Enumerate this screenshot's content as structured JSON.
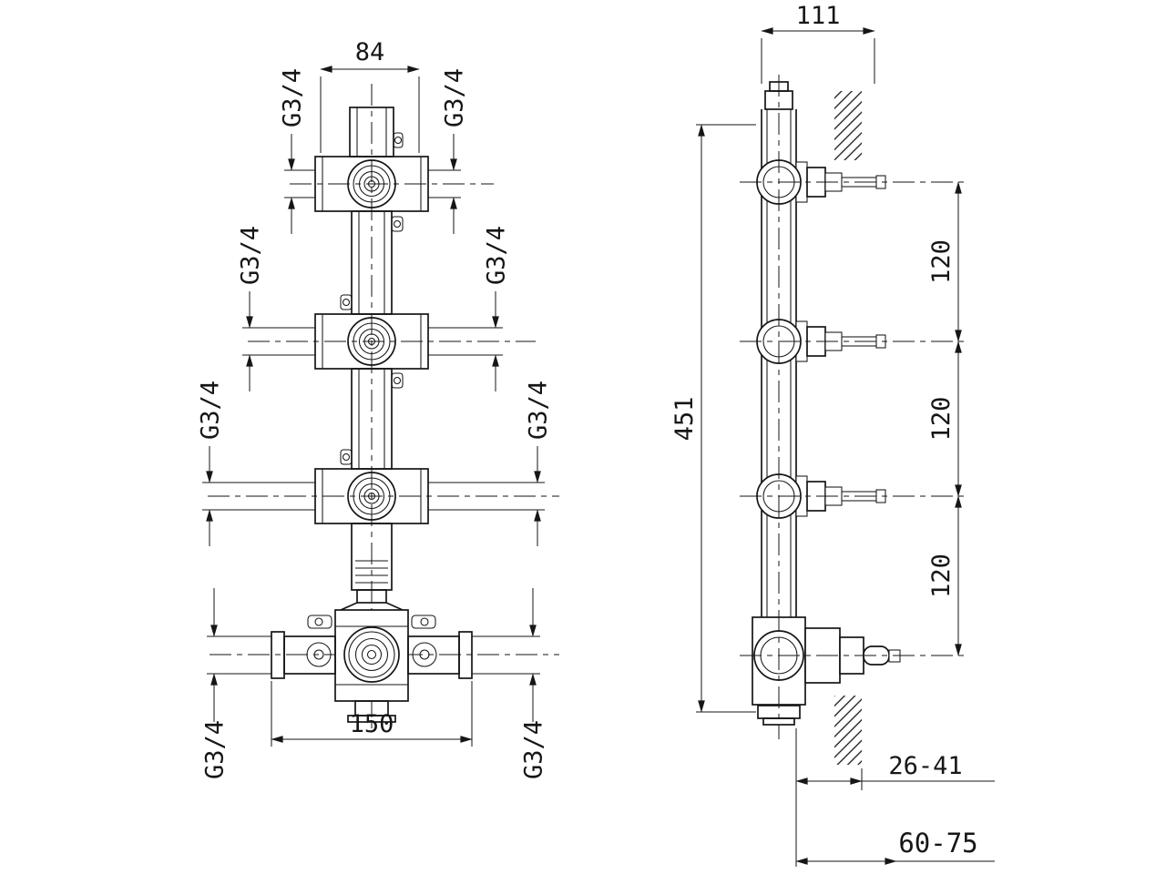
{
  "drawing": {
    "ink": "#161616",
    "background": "#ffffff"
  },
  "dims": {
    "front_top_width": "84",
    "front_bottom_width": "150",
    "side_depth_top": "111",
    "side_overall_height": "451",
    "side_port_spacing": [
      "120",
      "120",
      "120"
    ],
    "wall_depth_range": "26-41",
    "install_depth_range": "60-75",
    "thread_labels": [
      "G3/4",
      "G3/4",
      "G3/4",
      "G3/4",
      "G3/4",
      "G3/4",
      "G3/4",
      "G3/4"
    ]
  }
}
